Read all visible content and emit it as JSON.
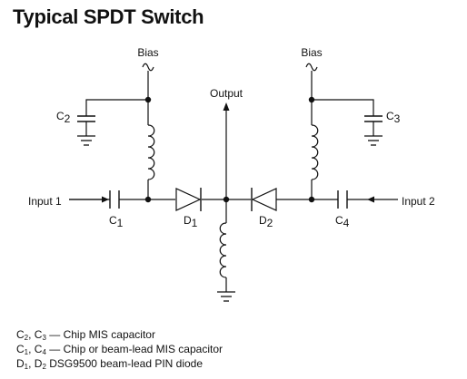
{
  "title": "Typical SPDT Switch",
  "labels": {
    "bias_left": "Bias",
    "bias_right": "Bias",
    "output": "Output",
    "input1": "Input 1",
    "input2": "Input 2",
    "c1": "C",
    "c1_sub": "1",
    "c2": "C",
    "c2_sub": "2",
    "c3": "C",
    "c3_sub": "3",
    "c4": "C",
    "c4_sub": "4",
    "d1": "D",
    "d1_sub": "1",
    "d2": "D",
    "d2_sub": "2"
  },
  "legend": [
    {
      "a": "C",
      "a_sub": "2",
      "sep": ", ",
      "b": "C",
      "b_sub": "3",
      "text": " — Chip MIS capacitor"
    },
    {
      "a": "C",
      "a_sub": "1",
      "sep": ", ",
      "b": "C",
      "b_sub": "4",
      "text": " — Chip or beam-lead MIS capacitor"
    },
    {
      "a": "D",
      "a_sub": "1",
      "sep": ", ",
      "b": "D",
      "b_sub": "2",
      "text": " DSG9500 beam-lead PIN diode"
    }
  ]
}
